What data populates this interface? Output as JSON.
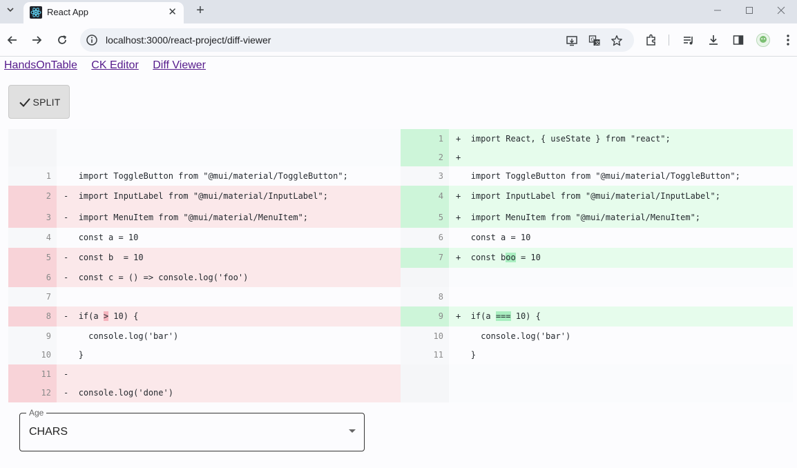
{
  "browser": {
    "tab_title": "React App",
    "url": "localhost:3000/react-project/diff-viewer",
    "icons": [
      "tab-search-icon",
      "react-favicon-icon",
      "close-icon",
      "plus-icon",
      "minimize-icon",
      "maximize-icon",
      "close-window-icon",
      "back-icon",
      "forward-icon",
      "reload-icon",
      "info-icon",
      "install-app-icon",
      "translate-icon",
      "star-icon",
      "extensions-icon",
      "media-icon",
      "download-icon",
      "side-panel-icon",
      "profile-avatar",
      "more-icon"
    ]
  },
  "nav_links": [
    {
      "label": "HandsOnTable"
    },
    {
      "label": "CK Editor"
    },
    {
      "label": "Diff Viewer"
    }
  ],
  "split_button": {
    "label": "SPLIT",
    "icon": "check-icon"
  },
  "diff": {
    "left": [
      {
        "type": "empty",
        "num": "",
        "prefix": "",
        "text": ""
      },
      {
        "type": "empty",
        "num": "",
        "prefix": "",
        "text": ""
      },
      {
        "type": "ctx",
        "num": "1",
        "prefix": " ",
        "text": "import ToggleButton from \"@mui/material/ToggleButton\";"
      },
      {
        "type": "del",
        "num": "2",
        "prefix": "-",
        "text": "import InputLabel from \"@mui/material/InputLabel\";"
      },
      {
        "type": "del",
        "num": "3",
        "prefix": "-",
        "text": "import MenuItem from \"@mui/material/MenuItem\";"
      },
      {
        "type": "ctx",
        "num": "4",
        "prefix": " ",
        "text": "const a = 10"
      },
      {
        "type": "del",
        "num": "5",
        "prefix": "-",
        "text": "const b  = 10"
      },
      {
        "type": "del",
        "num": "6",
        "prefix": "-",
        "text": "const c = () => console.log('foo')"
      },
      {
        "type": "ctx",
        "num": "7",
        "prefix": " ",
        "text": ""
      },
      {
        "type": "del",
        "num": "8",
        "prefix": "-",
        "pre": "if(a ",
        "hl": ">",
        "post": " 10) {"
      },
      {
        "type": "ctx",
        "num": "9",
        "prefix": " ",
        "text": "  console.log('bar')"
      },
      {
        "type": "ctx",
        "num": "10",
        "prefix": " ",
        "text": "}"
      },
      {
        "type": "del",
        "num": "11",
        "prefix": "-",
        "text": ""
      },
      {
        "type": "del",
        "num": "12",
        "prefix": "-",
        "text": "console.log('done')"
      }
    ],
    "right": [
      {
        "type": "add",
        "num": "1",
        "prefix": "+",
        "text": "import React, { useState } from \"react\";"
      },
      {
        "type": "add",
        "num": "2",
        "prefix": "+",
        "text": ""
      },
      {
        "type": "ctx",
        "num": "3",
        "prefix": " ",
        "text": "import ToggleButton from \"@mui/material/ToggleButton\";"
      },
      {
        "type": "add",
        "num": "4",
        "prefix": "+",
        "text": "import InputLabel from \"@mui/material/InputLabel\";"
      },
      {
        "type": "add",
        "num": "5",
        "prefix": "+",
        "text": "import MenuItem from \"@mui/material/MenuItem\";"
      },
      {
        "type": "ctx",
        "num": "6",
        "prefix": " ",
        "text": "const a = 10"
      },
      {
        "type": "add",
        "num": "7",
        "prefix": "+",
        "pre": "const b",
        "hl": "oo",
        "post": " = 10"
      },
      {
        "type": "empty",
        "num": "",
        "prefix": "",
        "text": ""
      },
      {
        "type": "ctx",
        "num": "8",
        "prefix": " ",
        "text": ""
      },
      {
        "type": "add",
        "num": "9",
        "prefix": "+",
        "pre": "if(a ",
        "hl": "===",
        "post": " 10) {"
      },
      {
        "type": "ctx",
        "num": "10",
        "prefix": " ",
        "text": "  console.log('bar')"
      },
      {
        "type": "ctx",
        "num": "11",
        "prefix": " ",
        "text": "}"
      },
      {
        "type": "empty",
        "num": "",
        "prefix": "",
        "text": ""
      },
      {
        "type": "empty",
        "num": "",
        "prefix": "",
        "text": ""
      }
    ]
  },
  "age_select": {
    "label": "Age",
    "value": "CHARS"
  }
}
